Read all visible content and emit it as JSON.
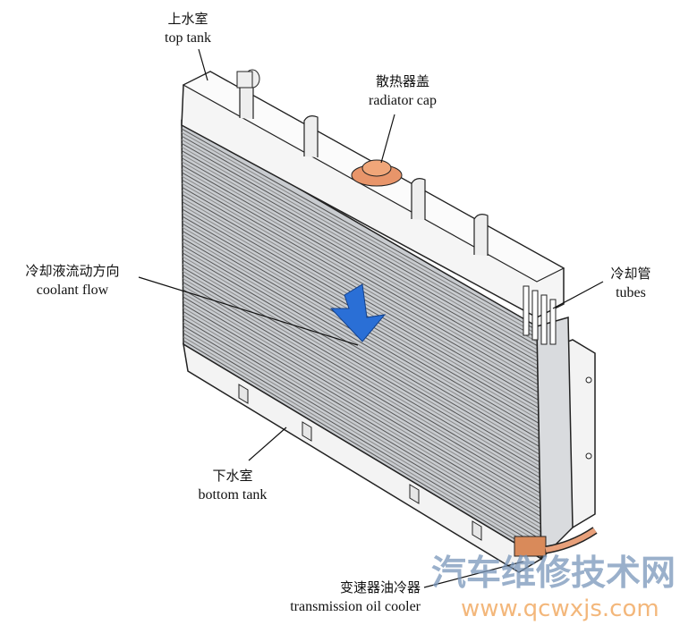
{
  "labels": {
    "top_tank": {
      "zh": "上水室",
      "en": "top tank"
    },
    "radiator_cap": {
      "zh": "散热器盖",
      "en": "radiator cap"
    },
    "coolant_flow": {
      "zh": "冷却液流动方向",
      "en": "coolant flow"
    },
    "tubes": {
      "zh": "冷却管",
      "en": "tubes"
    },
    "bottom_tank": {
      "zh": "下水室",
      "en": "bottom tank"
    },
    "oil_cooler": {
      "zh": "变速器油冷器",
      "en": "transmission oil cooler"
    }
  },
  "watermark": {
    "zh": "汽车维修技术网",
    "url": "www.qcwxjs.com"
  },
  "colors": {
    "cap": "#e8956a",
    "arrow": "#2a6fd6",
    "cooler": "#d98a5a",
    "core": "#9aa0a6"
  }
}
